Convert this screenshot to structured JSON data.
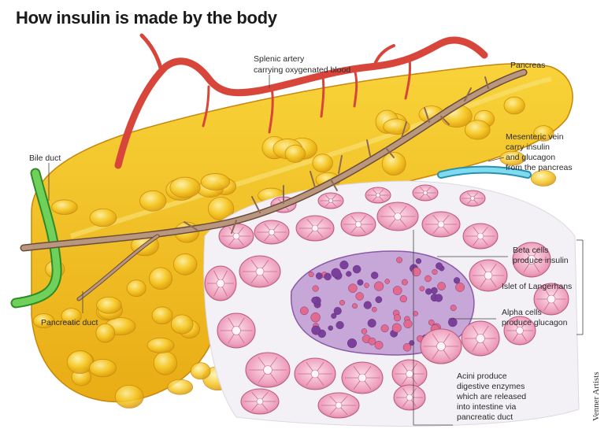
{
  "title": "How insulin is made by the body",
  "labels": {
    "splenic_artery": [
      "Splenic artery",
      "carrying oxygenated blood"
    ],
    "pancreas": "Pancreas",
    "mesenteric_vein": [
      "Mesenteric vein",
      "carry insulin",
      "and glucagon",
      "from the pancreas"
    ],
    "bile_duct": "Bile duct",
    "beta_cells": [
      "Beta cells",
      "produce insulin"
    ],
    "islet": "Islet of Langerhans",
    "alpha_cells": [
      "Alpha cells",
      "produce glucagon"
    ],
    "pancreatic_duct": "Pancreatic duct",
    "acini": [
      "Acini produce",
      "digestive enzymes",
      "which are released",
      "into intestine via",
      "pancreatic duct"
    ]
  },
  "credit": "Venner Artists",
  "colors": {
    "pancreas": "#f2c21c",
    "pancreas_dark": "#d99a10",
    "artery": "#d8453a",
    "duct": "#9a7a66",
    "bile": "#5fc04a",
    "vein": "#5cc7e0",
    "acini": "#ec9ab7",
    "islet": "#9b6fb3"
  }
}
